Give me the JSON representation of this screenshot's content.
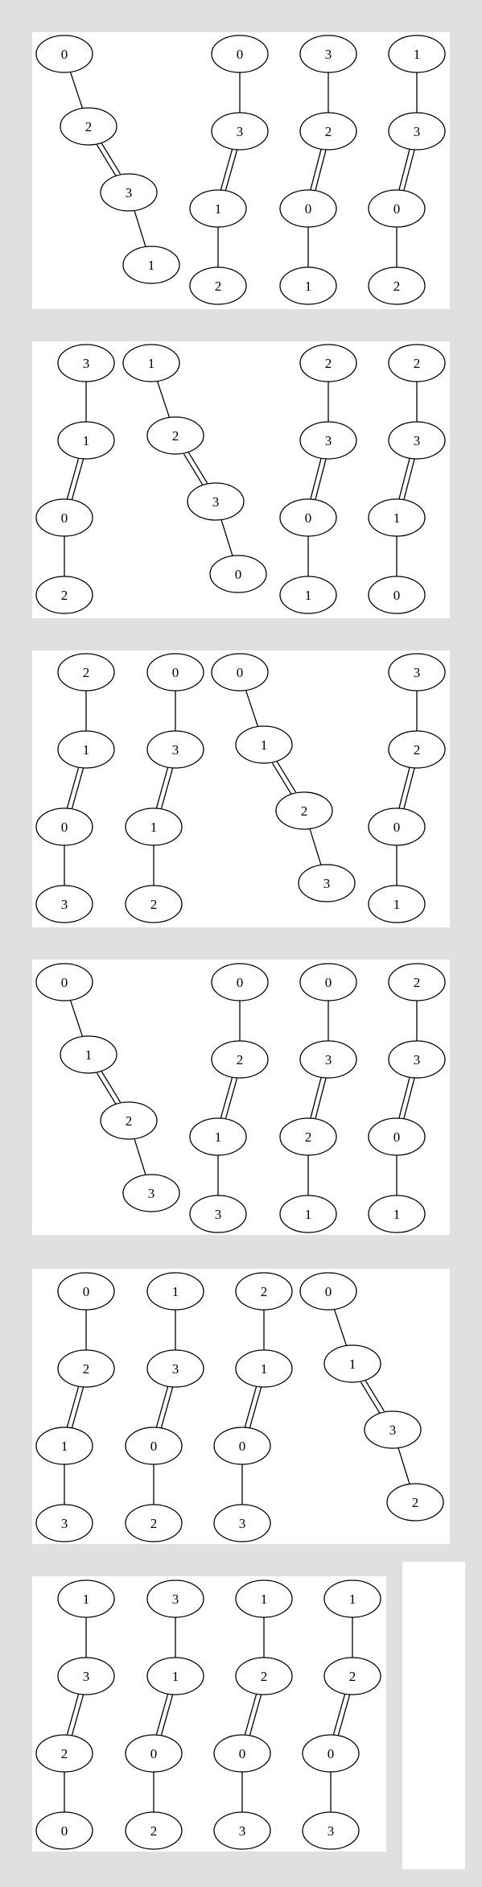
{
  "graphs": [
    {
      "a": "0",
      "b": "2",
      "c": "3",
      "d": "1"
    },
    {
      "a": "0",
      "b": "3",
      "c": "1",
      "d": "2"
    },
    {
      "a": "3",
      "b": "2",
      "c": "0",
      "d": "1"
    },
    {
      "a": "1",
      "b": "3",
      "c": "0",
      "d": "2"
    },
    {
      "a": "3",
      "b": "1",
      "c": "0",
      "d": "2"
    },
    {
      "a": "1",
      "b": "2",
      "c": "3",
      "d": "0"
    },
    {
      "a": "2",
      "b": "3",
      "c": "0",
      "d": "1"
    },
    {
      "a": "2",
      "b": "3",
      "c": "1",
      "d": "0"
    },
    {
      "a": "2",
      "b": "1",
      "c": "0",
      "d": "3"
    },
    {
      "a": "0",
      "b": "3",
      "c": "1",
      "d": "2"
    },
    {
      "a": "0",
      "b": "1",
      "c": "2",
      "d": "3"
    },
    {
      "a": "3",
      "b": "2",
      "c": "0",
      "d": "1"
    },
    {
      "a": "0",
      "b": "1",
      "c": "2",
      "d": "3"
    },
    {
      "a": "0",
      "b": "2",
      "c": "1",
      "d": "3"
    },
    {
      "a": "0",
      "b": "3",
      "c": "2",
      "d": "1"
    },
    {
      "a": "2",
      "b": "3",
      "c": "0",
      "d": "1"
    },
    {
      "a": "0",
      "b": "2",
      "c": "1",
      "d": "3"
    },
    {
      "a": "1",
      "b": "3",
      "c": "0",
      "d": "2"
    },
    {
      "a": "2",
      "b": "1",
      "c": "0",
      "d": "3"
    },
    {
      "a": "0",
      "b": "1",
      "c": "3",
      "d": "2"
    },
    {
      "a": "1",
      "b": "3",
      "c": "2",
      "d": "0"
    },
    {
      "a": "3",
      "b": "1",
      "c": "0",
      "d": "2"
    },
    {
      "a": "1",
      "b": "2",
      "c": "0",
      "d": "3"
    },
    {
      "a": "1",
      "b": "2",
      "c": "0",
      "d": "3"
    }
  ]
}
